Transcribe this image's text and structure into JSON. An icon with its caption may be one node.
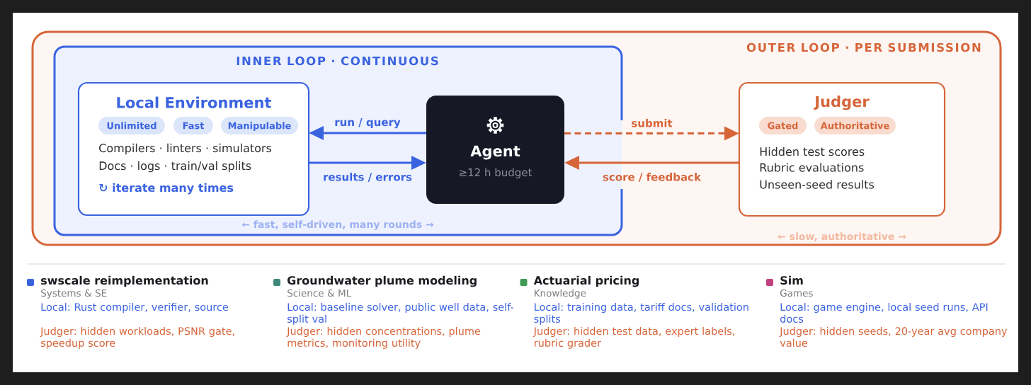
{
  "diagram": {
    "nodes": [
      {
        "text": [
          "OUTER LOOP · PER SUBMISSION",
          "← slow, authoritative →"
        ]
      },
      {
        "text": [
          "INNER LOOP · CONTINUOUS",
          "← fast, self-driven, many rounds →"
        ],
        "in": 0
      },
      {
        "text": [
          "Local Environment",
          "Compilers · linters · simulators",
          "Docs · logs · train/val splits",
          "↻ iterate many times"
        ],
        "in": 1
      },
      {
        "text": [
          "Unlimited"
        ],
        "in": 2
      },
      {
        "text": [
          "Fast"
        ],
        "in": 2
      },
      {
        "text": [
          "Manipulable"
        ],
        "in": 2
      },
      {
        "text": [
          "Agent",
          "≥12 h budget"
        ],
        "in": 1
      },
      {
        "text": [
          "Judger",
          "Hidden test scores",
          "Rubric evaluations",
          "Unseen-seed results"
        ],
        "in": 0
      },
      {
        "text": [
          "Gated"
        ],
        "in": 7
      },
      {
        "text": [
          "Authoritative"
        ],
        "in": 7
      }
    ],
    "edges": [
      {
        "from": 6,
        "to": 2,
        "arrow": "to",
        "label": "run / query",
        "color": "#3a63e0"
      },
      {
        "from": 2,
        "to": 6,
        "arrow": "to",
        "label": "results / errors",
        "color": "#3a63e0"
      },
      {
        "from": 6,
        "to": 7,
        "arrow": "to",
        "label": "submit",
        "style": "dashed",
        "color": "#d6653a"
      },
      {
        "from": 7,
        "to": 6,
        "arrow": "to",
        "label": "score / feedback",
        "color": "#d6653a"
      }
    ],
    "labels": [
      "Systems & SE",
      "Local: Rust compiler, verifier, source",
      "Judger: hidden workloads, PSNR gate, speedup score",
      "Science & ML",
      "Local: baseline solver, public well data, self-split val",
      "Judger: hidden concentrations, plume metrics, monitoring utility",
      "Knowledge",
      "Local: training data, tariff docs, validation splits",
      "Judger: hidden test data, expert labels, rubric grader",
      "Games",
      "Local: game engine, local seed runs, API docs",
      "Judger: hidden seeds, 20-year avg company value"
    ],
    "legend": [
      {
        "text": "swscale reimplementation",
        "color": "#3a63e0"
      },
      {
        "text": "Groundwater plume modeling",
        "color": "#3d8a7b"
      },
      {
        "text": "Actuarial pricing",
        "color": "#3e9a55"
      },
      {
        "text": "Sim",
        "color": "#c2407e"
      }
    ]
  }
}
